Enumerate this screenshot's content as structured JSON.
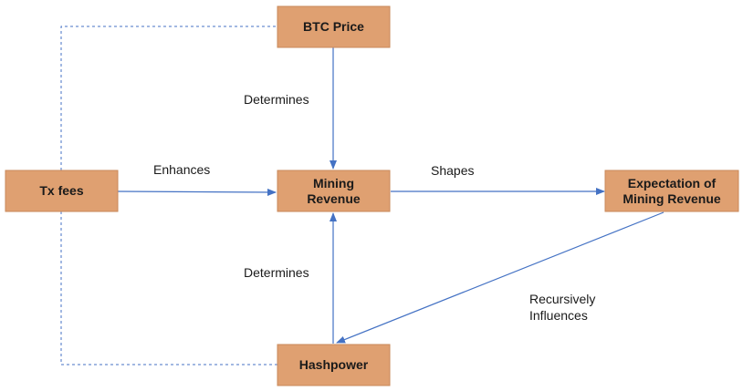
{
  "colors": {
    "node_fill": "#dfa071",
    "node_border": "#c9895a",
    "arrow": "#4472c4",
    "dashed_line": "#4472c4"
  },
  "nodes": {
    "btc_price": "BTC Price",
    "tx_fees": "Tx fees",
    "mining_revenue": "Mining\nRevenue",
    "expectation": "Expectation of\nMining Revenue",
    "hashpower": "Hashpower"
  },
  "edge_labels": {
    "btc_determines": "Determines",
    "tx_enhances": "Enhances",
    "revenue_shapes": "Shapes",
    "hash_determines": "Determines",
    "recursively_influences": "Recursively\nInfluences"
  }
}
